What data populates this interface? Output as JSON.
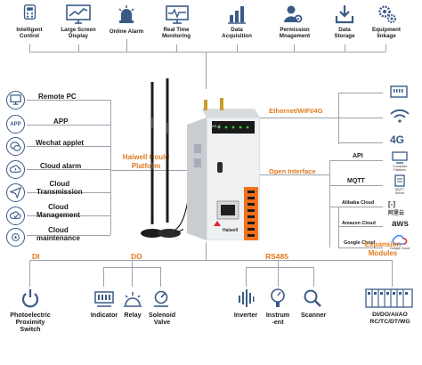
{
  "top_items": [
    {
      "label": "Intelligent\nControl",
      "icon": "control-panel-icon"
    },
    {
      "label": "Large Screen\nDisplay",
      "icon": "screen-display-icon"
    },
    {
      "label": "Online Alarm",
      "icon": "alarm-light-icon"
    },
    {
      "label": "Real Time\nMonitoring",
      "icon": "monitor-icon"
    },
    {
      "label": "Data\nAcquisition",
      "icon": "bar-chart-icon"
    },
    {
      "label": "Permission\nMnagement",
      "icon": "user-gear-icon"
    },
    {
      "label": "Data\nStorage",
      "icon": "download-storage-icon"
    },
    {
      "label": "Equipment\nlinkage",
      "icon": "gears-icon"
    }
  ],
  "left_items": [
    {
      "label": "Remote PC",
      "icon": "pc-icon"
    },
    {
      "label": "APP",
      "icon": "app-icon"
    },
    {
      "label": "Wechat applet",
      "icon": "wechat-icon"
    },
    {
      "label": "Cloud alarm",
      "icon": "cloud-alarm-icon"
    },
    {
      "label": "Cloud\nTransmission",
      "icon": "send-icon"
    },
    {
      "label": "Cloud\nManagement",
      "icon": "cloud-manage-icon"
    },
    {
      "label": "Cloud\nmaintenance",
      "icon": "cloud-gear-icon"
    }
  ],
  "left_app": {
    "icon_text": "APP"
  },
  "center": {
    "platform_label": "Haiwell Could\nPlatform",
    "open_interface": "Open Interface",
    "network_label": "Ethernet/WIFI/4G",
    "brand": "Haiwell",
    "model": "AS-G"
  },
  "right_network": [
    {
      "icon": "ethernet-port-icon"
    },
    {
      "icon": "wifi-icon"
    },
    {
      "label": "4G",
      "icon": "4g-icon"
    }
  ],
  "right_interfaces": [
    {
      "label": "API",
      "sub": "Computer\nPlatform",
      "icon": "computer-platform-icon"
    },
    {
      "label": "MQTT",
      "sub": "MQTT\nServer",
      "icon": "mqtt-server-icon"
    }
  ],
  "right_clouds": [
    {
      "label": "Alibaba Cloud",
      "logo": "阿里云",
      "icon": "alibaba-cloud-logo"
    },
    {
      "label": "Amazon Cloud",
      "logo": "aws",
      "icon": "aws-logo"
    },
    {
      "label": "Google Cloud",
      "logo": "Google Cloud",
      "icon": "google-cloud-logo"
    }
  ],
  "expansion": "Expansion\nModules",
  "bus_labels": {
    "di": "DI",
    "do": "DO",
    "rs485": "RS485"
  },
  "bottom_items": [
    {
      "label": "Photoelectric\nProximity\nSwitch",
      "icon": "power-switch-icon"
    },
    {
      "label": "Indicator",
      "icon": "indicator-icon"
    },
    {
      "label": "Relay",
      "icon": "relay-icon"
    },
    {
      "label": "Solenoid\nValve",
      "icon": "valve-icon"
    },
    {
      "label": "Inverter",
      "icon": "inverter-icon"
    },
    {
      "label": "Instrum\n-ent",
      "icon": "instrument-icon"
    },
    {
      "label": "Scanner",
      "icon": "scanner-icon"
    },
    {
      "label": "DI/DO/AI/AO\nRC/TC/DT/WG",
      "icon": "io-modules-icon"
    }
  ],
  "colors": {
    "accent": "#e07a1f",
    "icon": "#3a5a86",
    "line": "#9aa3ad"
  }
}
